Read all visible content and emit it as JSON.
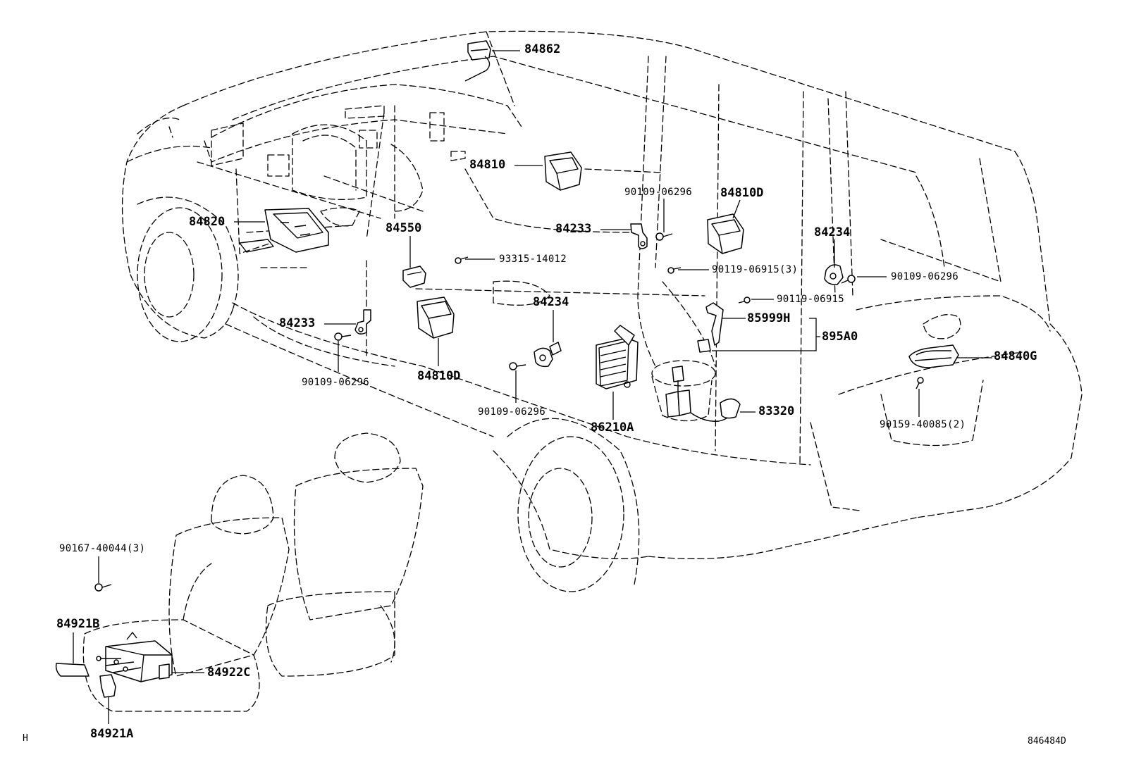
{
  "labels": {
    "l84862": "84862",
    "l84810": "84810",
    "l84810d_top": "84810D",
    "l84820": "84820",
    "l84550": "84550",
    "l84233_top": "84233",
    "l84234_top": "84234",
    "l84234_mid": "84234",
    "l84233_left": "84233",
    "l84810d_low": "84810D",
    "l85999h": "85999H",
    "l895a0": "895A0",
    "l84840g": "84840G",
    "l83320": "83320",
    "l86210a": "86210A",
    "l84921b": "84921B",
    "l84922c": "84922C",
    "l84921a": "84921A",
    "b90109_06296_a": "90109-06296",
    "b93315_14012": "93315-14012",
    "b90119_06915_3": "90119-06915(3)",
    "b90109_06296_b": "90109-06296",
    "b90119_06915": "90119-06915",
    "b90109_06296_c": "90109-06296",
    "b90109_06296_d": "90109-06296",
    "b90159_40085_2": "90159-40085(2)",
    "b90167_40044_3": "90167-40044(3)"
  },
  "corner": {
    "left_mark": "H",
    "illustration_id": "846484D"
  }
}
